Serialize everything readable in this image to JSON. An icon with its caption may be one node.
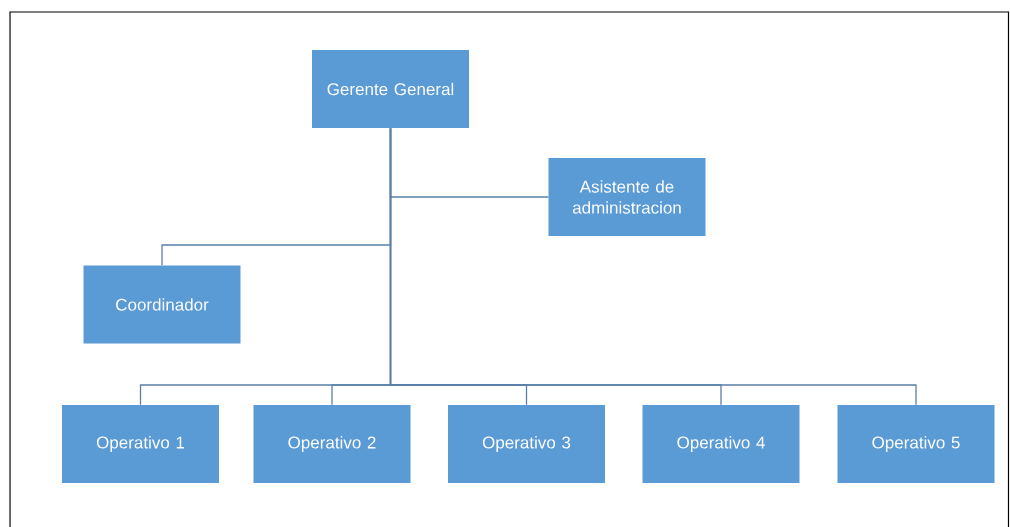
{
  "diagram": {
    "nodes": [
      {
        "text": [
          "Gerente General"
        ]
      },
      {
        "text": [
          "Asistente de administracion"
        ]
      },
      {
        "text": [
          "Coordinador"
        ]
      },
      {
        "text": [
          "Operativo 1"
        ]
      },
      {
        "text": [
          "Operativo 2"
        ]
      },
      {
        "text": [
          "Operativo 3"
        ]
      },
      {
        "text": [
          "Operativo 4"
        ]
      },
      {
        "text": [
          "Operativo 5"
        ]
      }
    ],
    "edges": [
      {
        "from": 0,
        "to": 1,
        "arrow": "none"
      },
      {
        "from": 0,
        "to": 2,
        "arrow": "none"
      },
      {
        "from": 0,
        "to": 3,
        "arrow": "none"
      },
      {
        "from": 0,
        "to": 4,
        "arrow": "none"
      },
      {
        "from": 0,
        "to": 5,
        "arrow": "none"
      },
      {
        "from": 0,
        "to": 6,
        "arrow": "none"
      },
      {
        "from": 0,
        "to": 7,
        "arrow": "none"
      }
    ]
  }
}
